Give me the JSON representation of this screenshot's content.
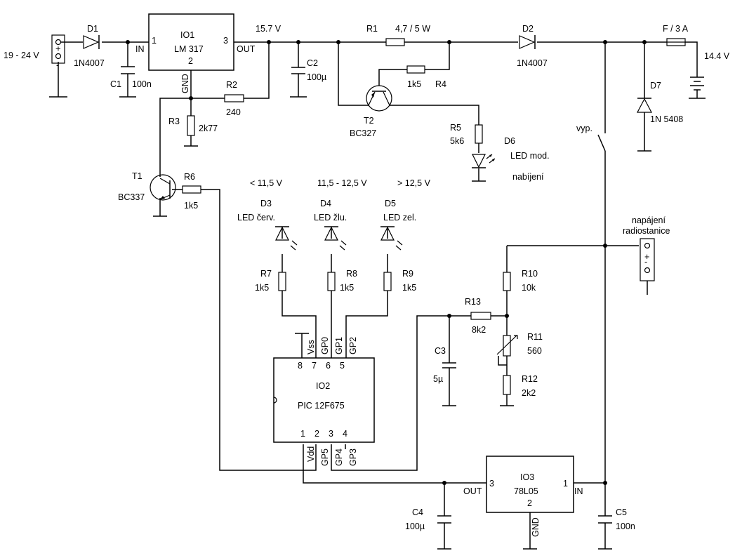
{
  "labels": {
    "input_voltage": "19 - 24 V",
    "d1": "D1",
    "d1_type": "1N4007",
    "c1": "C1",
    "c1_val": "100n",
    "io1": "IO1",
    "io1_type": "LM 317",
    "io1_pin1": "1",
    "io1_pin2": "2",
    "io1_pin3": "3",
    "io1_in": "IN",
    "io1_out": "OUT",
    "io1_gnd": "GND",
    "v_out": "15.7 V",
    "c2": "C2",
    "c2_val": "100µ",
    "r1": "R1",
    "r1_val": "4,7  / 5 W",
    "d2": "D2",
    "d2_type": "1N4007",
    "fuse": "F / 3 A",
    "battery": "14.4 V",
    "r2": "R2",
    "r2_val": "240",
    "r3": "R3",
    "r3_val": "2k77",
    "r4": "R4",
    "r4_val": "1k5",
    "t2": "T2",
    "t2_type": "BC327",
    "r5": "R5",
    "r5_val": "5k6",
    "d6": "D6",
    "d6_desc1": "LED mod.",
    "d6_desc2": "nabíjení",
    "d7": "D7",
    "d7_type": "1N 5408",
    "switch": "vyp.",
    "t1": "T1",
    "t1_type": "BC337",
    "r6": "R6",
    "r6_val": "1k5",
    "range_low": "< 11,5 V",
    "range_mid": "11,5 - 12,5 V",
    "range_high": "> 12,5 V",
    "d3": "D3",
    "d3_desc": "LED červ.",
    "d4": "D4",
    "d4_desc": "LED žlu.",
    "d5": "D5",
    "d5_desc": "LED zel.",
    "r7": "R7",
    "r7_val": "1k5",
    "r8": "R8",
    "r8_val": "1k5",
    "r9": "R9",
    "r9_val": "1k5",
    "radio1": "napájení",
    "radio2": "radiostanice",
    "r10": "R10",
    "r10_val": "10k",
    "r13": "R13",
    "r13_val": "8k2",
    "r11": "R11",
    "r11_val": "560",
    "r12": "R12",
    "r12_val": "2k2",
    "c3": "C3",
    "c3_val": "5µ",
    "io2": "IO2",
    "io2_type": "PIC 12F675",
    "io2_pin8": "8",
    "io2_pin7": "7",
    "io2_pin6": "6",
    "io2_pin5": "5",
    "io2_pin1": "1",
    "io2_pin2": "2",
    "io2_pin3": "3",
    "io2_pin4": "4",
    "io2_vss": "Vss",
    "io2_gp0": "GP0",
    "io2_gp1": "GP1",
    "io2_gp2": "GP2",
    "io2_vdd": "Vdd",
    "io2_gp5": "GP5",
    "io2_gp4": "GP4",
    "io2_gp3": "GP3",
    "io3": "IO3",
    "io3_type": "78L05",
    "io3_pin1": "1",
    "io3_pin2": "2",
    "io3_pin3": "3",
    "io3_in": "IN",
    "io3_out": "OUT",
    "io3_gnd": "GND",
    "c4": "C4",
    "c4_val": "100µ",
    "c5": "C5",
    "c5_val": "100n",
    "plus": "+",
    "minus": "-"
  }
}
